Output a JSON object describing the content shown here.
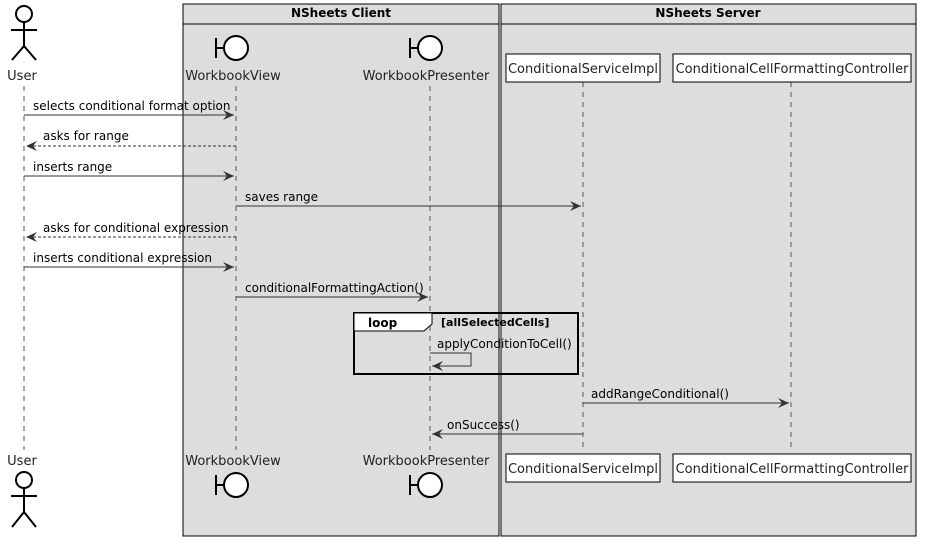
{
  "boxes": {
    "client": {
      "title": "NSheets Client"
    },
    "server": {
      "title": "NSheets Server"
    }
  },
  "participants": {
    "user": {
      "label": "User",
      "kind": "actor"
    },
    "workbook_view": {
      "label": "WorkbookView",
      "kind": "boundary"
    },
    "workbook_presenter": {
      "label": "WorkbookPresenter",
      "kind": "boundary"
    },
    "conditional_service": {
      "label": "ConditionalServiceImpl",
      "kind": "participant"
    },
    "formatting_controller": {
      "label": "ConditionalCellFormattingController",
      "kind": "participant"
    }
  },
  "messages": [
    {
      "label": "selects conditional format option",
      "from": "user",
      "to": "workbook_view",
      "style": "solid"
    },
    {
      "label": "asks for range",
      "from": "workbook_view",
      "to": "user",
      "style": "dashed"
    },
    {
      "label": "inserts range",
      "from": "user",
      "to": "workbook_view",
      "style": "solid"
    },
    {
      "label": "saves range",
      "from": "workbook_view",
      "to": "conditional_service",
      "style": "solid"
    },
    {
      "label": "asks for conditional expression",
      "from": "workbook_view",
      "to": "user",
      "style": "dashed"
    },
    {
      "label": "inserts conditional expression",
      "from": "user",
      "to": "workbook_view",
      "style": "solid"
    },
    {
      "label": "conditionalFormattingAction()",
      "from": "workbook_view",
      "to": "workbook_presenter",
      "style": "solid"
    },
    {
      "label": "applyConditionToCell()",
      "from": "workbook_presenter",
      "to": "workbook_presenter",
      "style": "self"
    },
    {
      "label": "addRangeConditional()",
      "from": "conditional_service",
      "to": "formatting_controller",
      "style": "solid"
    },
    {
      "label": "onSuccess()",
      "from": "conditional_service",
      "to": "workbook_presenter",
      "style": "solid"
    }
  ],
  "fragment": {
    "keyword": "loop",
    "guard": "[allSelectedCells]"
  },
  "colors": {
    "box_fill": "#dddddd",
    "line": "#333333",
    "participant_fill": "#ffffff"
  }
}
